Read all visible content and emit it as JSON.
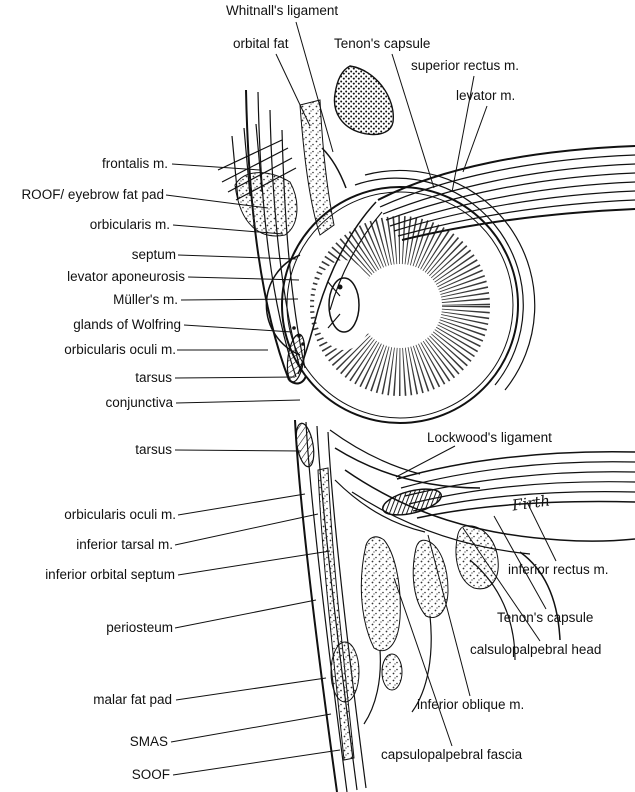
{
  "labels": {
    "whitnalls_ligament": "Whitnall's ligament",
    "orbital_fat": "orbital fat",
    "tenons_capsule_superior": "Tenon's capsule",
    "superior_rectus": "superior rectus m.",
    "levator": "levator m.",
    "frontalis": "frontalis m.",
    "roof_eyebrow_fat_pad": "ROOF/ eyebrow fat pad",
    "orbicularis": "orbicularis m.",
    "septum": "septum",
    "levator_aponeurosis": "levator aponeurosis",
    "mullers": "Müller's m.",
    "glands_of_wolfring": "glands of Wolfring",
    "orbicularis_oculi_superior": "orbicularis oculi m.",
    "tarsus_superior": "tarsus",
    "conjunctiva": "conjunctiva",
    "tarsus_inferior": "tarsus",
    "orbicularis_oculi_inferior": "orbicularis oculi m.",
    "inferior_tarsal": "inferior tarsal m.",
    "inferior_orbital_septum": "inferior orbital septum",
    "periosteum": "periosteum",
    "malar_fat_pad": "malar fat pad",
    "smas": "SMAS",
    "soof": "SOOF",
    "lockwoods_ligament": "Lockwood's ligament",
    "inferior_rectus": "inferior rectus m.",
    "tenons_capsule_inferior": "Tenon's capsule",
    "capsulopalpebral_head": "calsulopalpebral head",
    "inferior_oblique": "inferior oblique m.",
    "capsulopalpebral_fascia": "capsulopalpebral fascia"
  },
  "signature": "Firth",
  "colors": {
    "ink": "#111111",
    "background": "#ffffff"
  }
}
